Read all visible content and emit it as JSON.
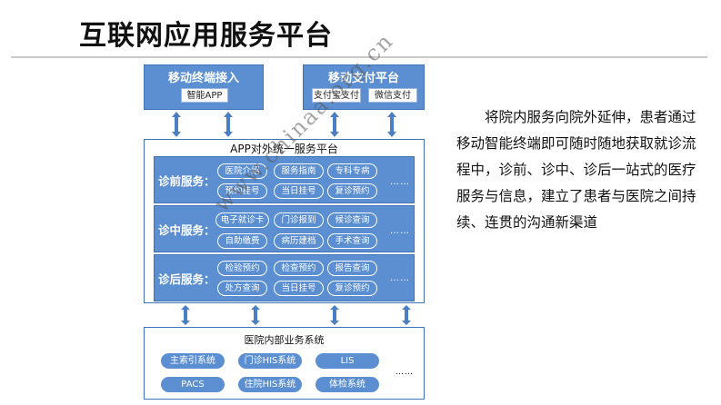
{
  "title": "互联网应用服务平台",
  "top_left": {
    "title": "移动终端接入",
    "items": [
      "智能APP"
    ]
  },
  "top_right": {
    "title": "移动支付平台",
    "items": [
      "支付宝支付",
      "微信支付"
    ]
  },
  "platform": {
    "title": "APP对外统一服务平台",
    "rows": [
      {
        "label": "诊前服务：",
        "items": [
          "医院介绍",
          "服务指南",
          "专科专病",
          "预约挂号",
          "当日挂号",
          "复诊预约"
        ],
        "more": "……"
      },
      {
        "label": "诊中服务：",
        "items": [
          "电子就诊卡",
          "门诊报到",
          "候诊查询",
          "自助缴费",
          "病历建档",
          "手术查询"
        ],
        "more": "……"
      },
      {
        "label": "诊后服务：",
        "items": [
          "检验预约",
          "检查预约",
          "报告查询",
          "处方查询",
          "当日挂号",
          "复诊预约"
        ],
        "more": "……"
      }
    ]
  },
  "internal": {
    "title": "医院内部业务系统",
    "systems": [
      "主索引系统",
      "门诊HIS系统",
      "LIS",
      "PACS",
      "住院HIS系统",
      "体检系统"
    ],
    "more": "……"
  },
  "description": "将院内服务向院外延伸，患者通过移动智能终端即可随时随地获取就诊流程中，诊前、诊中、诊后一站式的医疗服务与信息，建立了患者与医院之间持续、连贯的沟通新渠道",
  "watermark": "www.chinaa.org.cn",
  "colors": {
    "box_blue": "#5b8fd1",
    "border_blue": "#3f72b6",
    "arrow_blue": "#4a7fc4"
  }
}
